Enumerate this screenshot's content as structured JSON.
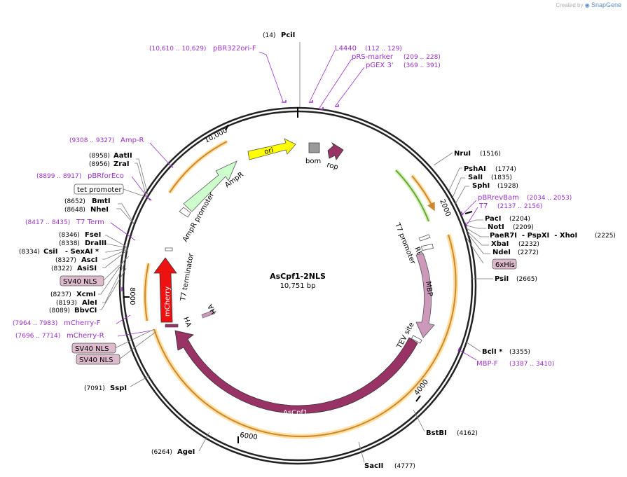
{
  "credit": {
    "created_by": "Created by",
    "brand": "SnapGene"
  },
  "plasmid": {
    "name": "AsCpf1-2NLS",
    "size_label": "10,751 bp",
    "total_bp": 10751
  },
  "scale_ticks": [
    "2000",
    "4000",
    "6000",
    "8000",
    "10,000"
  ],
  "enzymes_right": [
    {
      "name": "PciI",
      "pos": "(14)"
    },
    {
      "name": "NruI",
      "pos": "(1516)"
    },
    {
      "name": "PshAI",
      "pos": "(1774)"
    },
    {
      "name": "SalI",
      "pos": "(1835)"
    },
    {
      "name": "SphI",
      "pos": "(1928)"
    },
    {
      "name": "PacI",
      "pos": "(2204)"
    },
    {
      "name": "NotI",
      "pos": "(2209)"
    },
    {
      "name": "PaeR7I  - PspXI  - XhoI",
      "pos": "(2225)"
    },
    {
      "name": "XbaI",
      "pos": "(2232)"
    },
    {
      "name": "NdeI",
      "pos": "(2272)"
    },
    {
      "name": "PsiI",
      "pos": "(2665)"
    },
    {
      "name": "BclI *",
      "pos": "(3355)"
    },
    {
      "name": "BstBI",
      "pos": "(4162)"
    },
    {
      "name": "SacII",
      "pos": "(4777)"
    }
  ],
  "enzymes_left": [
    {
      "name": "AatII",
      "pos": "(8958)"
    },
    {
      "name": "ZraI",
      "pos": "(8956)"
    },
    {
      "name": "BmtI",
      "pos": "(8652)"
    },
    {
      "name": "NheI",
      "pos": "(8648)"
    },
    {
      "name": "FseI",
      "pos": "(8346)"
    },
    {
      "name": "DraIII",
      "pos": "(8338)"
    },
    {
      "name": "CsiI   - SexAI *",
      "pos": "(8334)"
    },
    {
      "name": "AscI",
      "pos": "(8327)"
    },
    {
      "name": "AsiSI",
      "pos": "(8322)"
    },
    {
      "name": "XcmI",
      "pos": "(8237)"
    },
    {
      "name": "AleI",
      "pos": "(8193)"
    },
    {
      "name": "BbvCI",
      "pos": "(8089)"
    },
    {
      "name": "SspI",
      "pos": "(7091)"
    },
    {
      "name": "AgeI",
      "pos": "(6264)"
    }
  ],
  "primers": [
    {
      "name": "pBR322ori-F",
      "pos": "(10,610 .. 10,629)"
    },
    {
      "name": "L4440",
      "pos": "(112 .. 129)"
    },
    {
      "name": "pRS-marker",
      "pos": "(209 .. 228)"
    },
    {
      "name": "pGEX 3'",
      "pos": "(369 .. 391)"
    },
    {
      "name": "pBRrevBam",
      "pos": "(2034 .. 2053)"
    },
    {
      "name": "T7",
      "pos": "(2137 .. 2156)"
    },
    {
      "name": "MBP-F",
      "pos": "(3387 .. 3410)"
    },
    {
      "name": "Amp-R",
      "pos": "(9308 .. 9327)"
    },
    {
      "name": "pBRforEco",
      "pos": "(8899 .. 8917)"
    },
    {
      "name": "T7 Term",
      "pos": "(8417 .. 8435)"
    },
    {
      "name": "mCherry-F",
      "pos": "(7964 .. 7983)"
    },
    {
      "name": "mCherry-R",
      "pos": "(7696 .. 7714)"
    }
  ],
  "boxed_labels": {
    "six_his": "6xHis",
    "tet_promoter": "tet promoter",
    "sv40_1": "SV40 NLS",
    "sv40_2": "SV40 NLS",
    "sv40_3": "SV40 NLS"
  },
  "features": {
    "ori": "ori",
    "bom": "bom",
    "rop": "rop",
    "ampr": "AmpR",
    "ampr_promoter": "AmpR promoter",
    "t7_promoter": "T7 promoter",
    "rbs": "RBS",
    "mbp": "MBP",
    "tev_site": "TEV site",
    "ascpf1": "AsCpf1",
    "mcherry": "mCherry",
    "t7_terminator": "T7 terminator",
    "ha_1": "HA",
    "ha_2": "HA"
  },
  "colors": {
    "ori": "#ffff00",
    "ampr": "#ccffcc",
    "mbp": "#cc99bb",
    "ascpf1": "#993366",
    "mcherry": "#ee1111",
    "rop": "#993366",
    "bom": "#999999",
    "orf_arrow": "#cc8833",
    "orf_glow": "#ffe0a0",
    "green_arrow": "#66aa33",
    "primer": "#9b30c8",
    "box_fill": "#ddbbcc"
  }
}
